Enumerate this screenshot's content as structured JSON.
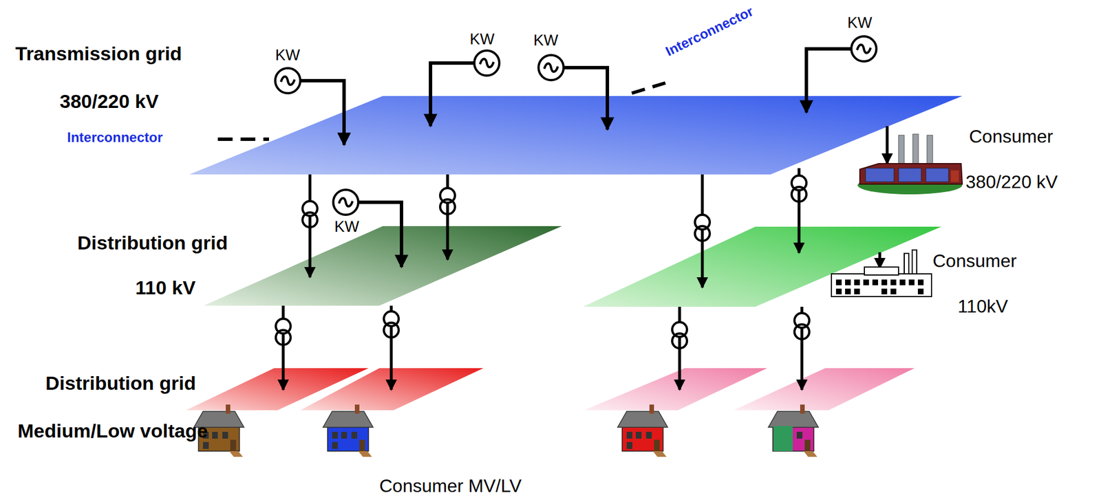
{
  "diagram": {
    "labels": [
      "Transmission grid",
      "380/220 kV",
      "Interconnector",
      "KW",
      "KW",
      "KW",
      "Interconnector",
      "KW",
      "Distribution grid",
      "110 kV",
      "KW",
      "Consumer",
      "380/220 kV",
      "Consumer",
      "110kV",
      "Distribution grid",
      "Medium/Low voltage",
      "Consumer MV/LV"
    ]
  }
}
